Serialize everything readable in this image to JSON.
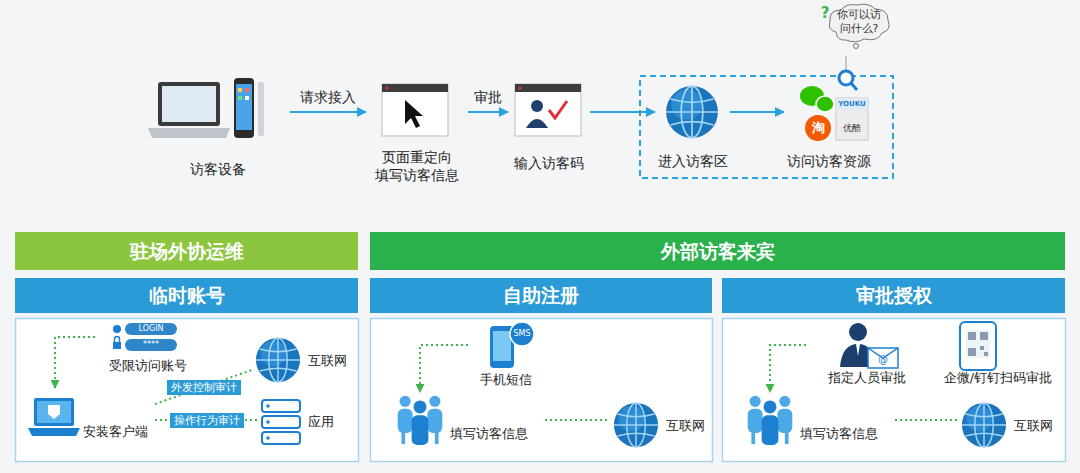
{
  "diagram": {
    "nodes": [
      {
        "text": [
          "访客设备"
        ]
      },
      {
        "text": [
          "页面重定向 填写访客信息"
        ]
      },
      {
        "text": [
          "输入访客码"
        ]
      },
      {
        "text": [
          "进入访客区"
        ]
      },
      {
        "text": [
          "访问访客资源"
        ]
      },
      {
        "text": [
          "你可以访问什么?"
        ]
      },
      {
        "text": [
          "驻场外协运维"
        ]
      },
      {
        "text": [
          "临时账号"
        ]
      },
      {
        "text": [
          "受限访问账号"
        ]
      },
      {
        "text": [
          "互联网"
        ]
      },
      {
        "text": [
          "安装客户端"
        ]
      },
      {
        "text": [
          "应用"
        ]
      },
      {
        "text": [
          "外部访客来宾"
        ]
      },
      {
        "text": [
          "自助注册"
        ]
      },
      {
        "text": [
          "手机短信"
        ]
      },
      {
        "text": [
          "填写访客信息"
        ]
      },
      {
        "text": [
          "互联网"
        ]
      },
      {
        "text": [
          "审批授权"
        ]
      },
      {
        "text": [
          "指定人员审批"
        ]
      },
      {
        "text": [
          "企微/钉钉扫码审批"
        ]
      },
      {
        "text": [
          "填写访客信息"
        ]
      },
      {
        "text": [
          "互联网"
        ]
      }
    ],
    "edges": [
      {
        "from": 0,
        "to": 1,
        "label": "请求接入",
        "arrow": "to"
      },
      {
        "from": 1,
        "to": 2,
        "label": "审批",
        "arrow": "to"
      },
      {
        "from": 2,
        "to": 3,
        "arrow": "to"
      },
      {
        "from": 3,
        "to": 4,
        "arrow": "to"
      },
      {
        "from": 8,
        "to": 10,
        "arrow": "to"
      },
      {
        "from": 10,
        "to": 9,
        "label": "外发控制审计",
        "arrow": "none"
      },
      {
        "from": 10,
        "to": 11,
        "label": "操作行为审计",
        "arrow": "none"
      },
      {
        "from": 14,
        "to": 15,
        "arrow": "to"
      },
      {
        "from": 15,
        "to": 16,
        "arrow": "none"
      },
      {
        "from": 18,
        "to": 20,
        "arrow": "to"
      },
      {
        "from": 20,
        "to": 21,
        "arrow": "none"
      }
    ],
    "labels": [
      "LOGIN",
      "****",
      "SMS",
      "?",
      "淘",
      "YOUKU",
      "优酷",
      "@"
    ]
  }
}
